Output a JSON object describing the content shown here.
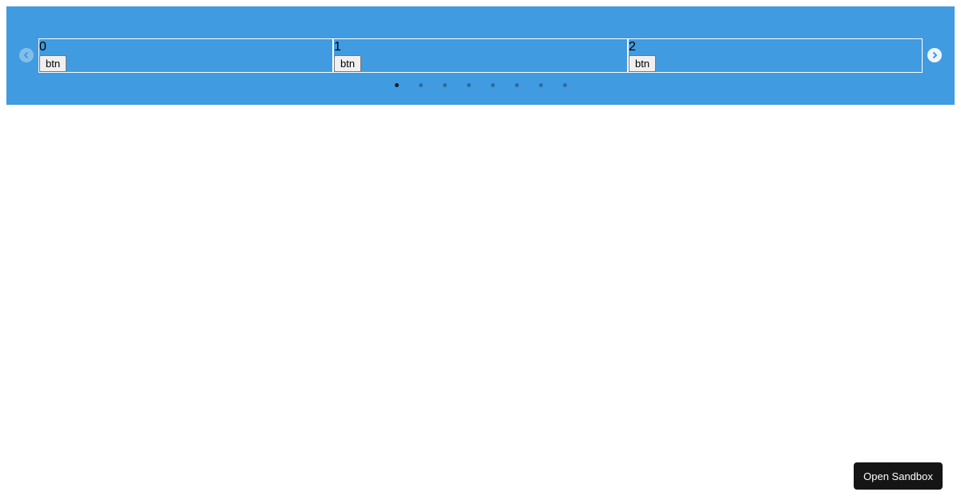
{
  "carousel": {
    "bg_color": "#419be0",
    "prev_icon": "chevron-left-icon",
    "next_icon": "chevron-right-icon",
    "slides": [
      {
        "number": "0",
        "button_label": "btn"
      },
      {
        "number": "1",
        "button_label": "btn"
      },
      {
        "number": "2",
        "button_label": "btn"
      }
    ],
    "dot_count": 8,
    "active_dot": 0
  },
  "sandbox_button": {
    "label": "Open Sandbox"
  }
}
